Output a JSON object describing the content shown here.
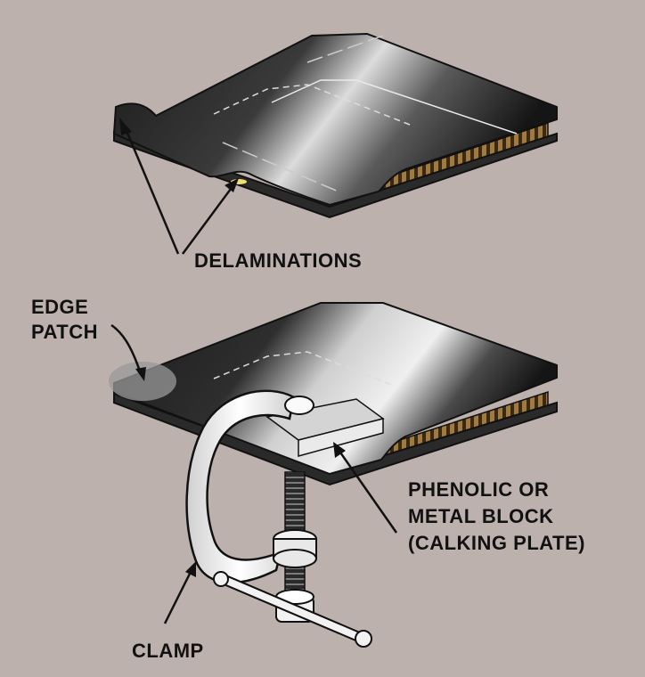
{
  "labels": {
    "delaminations": "DELAMINATIONS",
    "edge_patch_line1": "EDGE",
    "edge_patch_line2": "PATCH",
    "block_line1": "PHENOLIC OR",
    "block_line2": "METAL BLOCK",
    "block_line3": "(CALKING PLATE)",
    "clamp": "CLAMP"
  },
  "colors": {
    "background": "#bcb1ac",
    "skin_dark": "#1a1a1a",
    "skin_light": "#d8d8d8",
    "core": "#8a6a3a",
    "clamp": "#f2f2f2",
    "outline": "#111111"
  }
}
